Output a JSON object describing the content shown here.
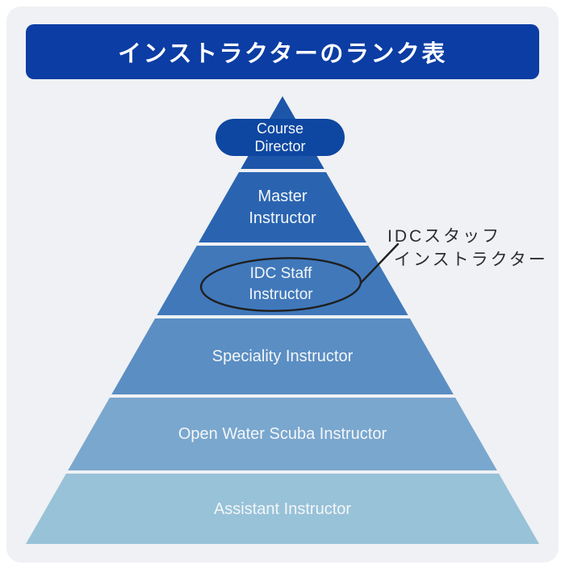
{
  "frame": {
    "background": "#eff1f4",
    "page_background": "#ffffff"
  },
  "header": {
    "title": "インストラクターのランク表",
    "background": "#0c3da4",
    "text_color": "#ffffff"
  },
  "pyramid": {
    "label_color": "#f3f6f9",
    "apex_color": "#1d55a9",
    "levels": [
      {
        "id": "course-director",
        "rank": 1,
        "lines": [
          "Course",
          "Director"
        ],
        "color": "#0e47a1"
      },
      {
        "id": "master-instructor",
        "rank": 2,
        "lines": [
          "Master",
          "Instructor"
        ],
        "color": "#2a64b1"
      },
      {
        "id": "idc-staff-instructor",
        "rank": 3,
        "lines": [
          "IDC Staff",
          "Instructor"
        ],
        "color": "#4078ba",
        "highlighted": true
      },
      {
        "id": "speciality-instructor",
        "rank": 4,
        "lines": [
          "Speciality Instructor"
        ],
        "color": "#5b8ec3"
      },
      {
        "id": "open-water-scuba-instructor",
        "rank": 5,
        "lines": [
          "Open Water Scuba Instructor"
        ],
        "color": "#7aa7ce"
      },
      {
        "id": "assistant-instructor",
        "rank": 6,
        "lines": [
          "Assistant Instructor"
        ],
        "color": "#98c2d8"
      }
    ]
  },
  "callout": {
    "lines": [
      "IDCスタッフ",
      "インストラクター"
    ],
    "text_color": "#2d2d2d",
    "stroke_color": "#1f1f1f"
  }
}
